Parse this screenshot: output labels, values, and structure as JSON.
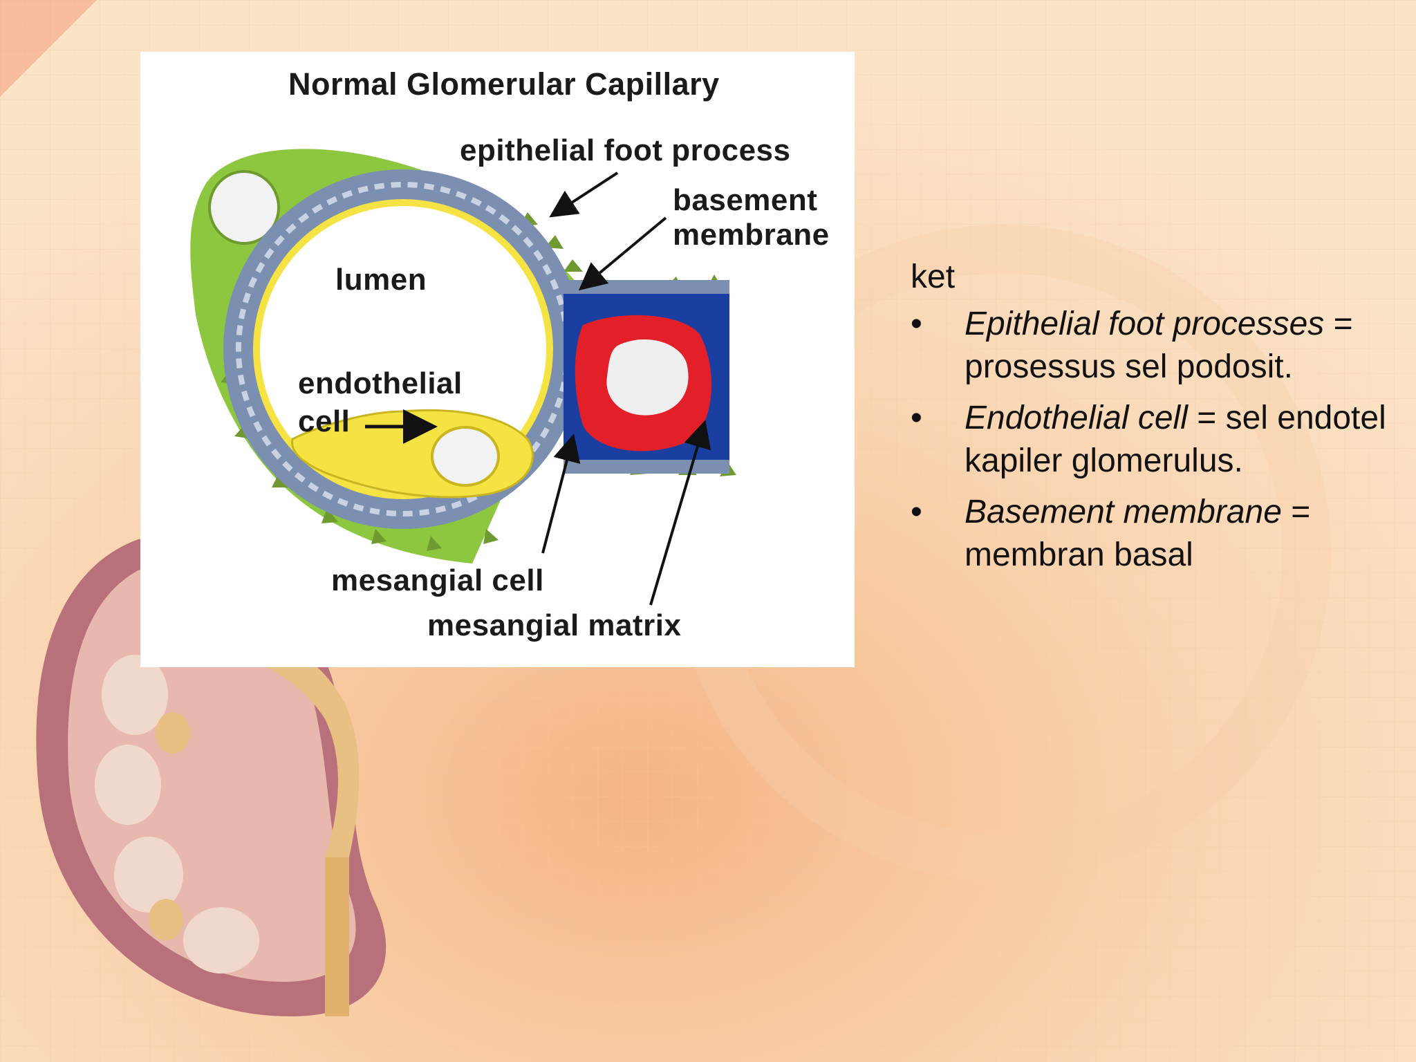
{
  "diagram": {
    "title": "Normal Glomerular Capillary",
    "labels": {
      "epithelial_foot_process": "epithelial foot process",
      "basement_membrane_1": "basement",
      "basement_membrane_2": "membrane",
      "lumen": "lumen",
      "endothelial_cell_1": "endothelial",
      "endothelial_cell_2": "cell",
      "mesangial_cell": "mesangial cell",
      "mesangial_matrix": "mesangial matrix"
    }
  },
  "notes": {
    "heading": "ket",
    "bullet_symbol": "•",
    "items": [
      {
        "term": "Epithelial foot processes",
        "rest": " = prosessus sel podosit."
      },
      {
        "term": "Endothelial cell",
        "rest": " = sel endotel kapiler glomerulus."
      },
      {
        "term": "Basement membrane",
        "rest": " = membran basal"
      }
    ]
  },
  "colors": {
    "background": "#f8d9b4",
    "kidney_outer": "#b8707a",
    "kidney_inner": "#e8b7ae",
    "ureter": "#e9c083",
    "podocyte_green": "#8dc63f",
    "membrane_blue": "#7b8fb0",
    "endothelial_yellow": "#f5e243",
    "mesangial_red": "#e3202a",
    "mesangial_blue": "#1a3fa0"
  }
}
